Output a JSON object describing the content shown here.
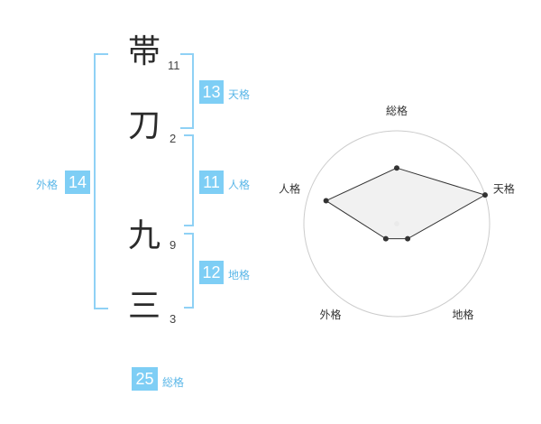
{
  "characters": [
    {
      "char": "帯",
      "strokes": "11"
    },
    {
      "char": "刀",
      "strokes": "2"
    },
    {
      "char": "九",
      "strokes": "9"
    },
    {
      "char": "三",
      "strokes": "3"
    }
  ],
  "fortunes": {
    "tenkaku": {
      "label": "天格",
      "value": "13"
    },
    "jinkaku": {
      "label": "人格",
      "value": "11"
    },
    "chikaku": {
      "label": "地格",
      "value": "12"
    },
    "gaikaku": {
      "label": "外格",
      "value": "14"
    },
    "soukaku": {
      "label": "総格",
      "value": "25"
    }
  },
  "chart_data": {
    "type": "radar",
    "axes": [
      "総格",
      "天格",
      "地格",
      "外格",
      "人格"
    ],
    "max": 5,
    "values": [
      3,
      5,
      1,
      1,
      4
    ],
    "rings": 5,
    "colors": {
      "fill": "#efefef",
      "line": "#333333",
      "ring": "#cccccc",
      "point": "#333333"
    }
  },
  "colors": {
    "accent": "#7ecef5",
    "bracket": "#8fd1f5",
    "label": "#5bb7e8"
  }
}
